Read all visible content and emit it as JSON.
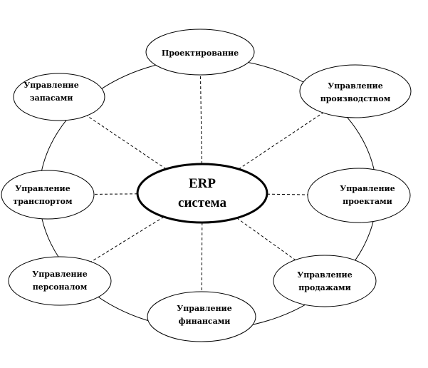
{
  "diagram": {
    "center": {
      "line1": "ERP",
      "line2": "система"
    },
    "nodes": [
      {
        "id": "proektirovanie",
        "line1": "Проектирование",
        "line2": ""
      },
      {
        "id": "upr-proizvodstvom",
        "line1": "Управление",
        "line2": "производством"
      },
      {
        "id": "upr-proektami",
        "line1": "Управление",
        "line2": "проектами"
      },
      {
        "id": "upr-prodazhami",
        "line1": "Управление",
        "line2": "продажами"
      },
      {
        "id": "upr-finansami",
        "line1": "Управление",
        "line2": "финансами"
      },
      {
        "id": "upr-personalom",
        "line1": "Управление",
        "line2": "персоналом"
      },
      {
        "id": "upr-transportom",
        "line1": "Управление",
        "line2": "транспортом"
      },
      {
        "id": "upr-zapasami",
        "line1": "Управление",
        "line2": "запасами"
      }
    ]
  }
}
